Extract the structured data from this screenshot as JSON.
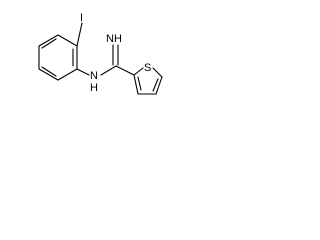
{
  "molecule": {
    "labels": {
      "iodine": "I",
      "imine": "NH",
      "amine_n": "N",
      "amine_h": "H",
      "sulfur": "S"
    },
    "colors": {
      "ink": "#000000",
      "background": "#ffffff"
    }
  }
}
